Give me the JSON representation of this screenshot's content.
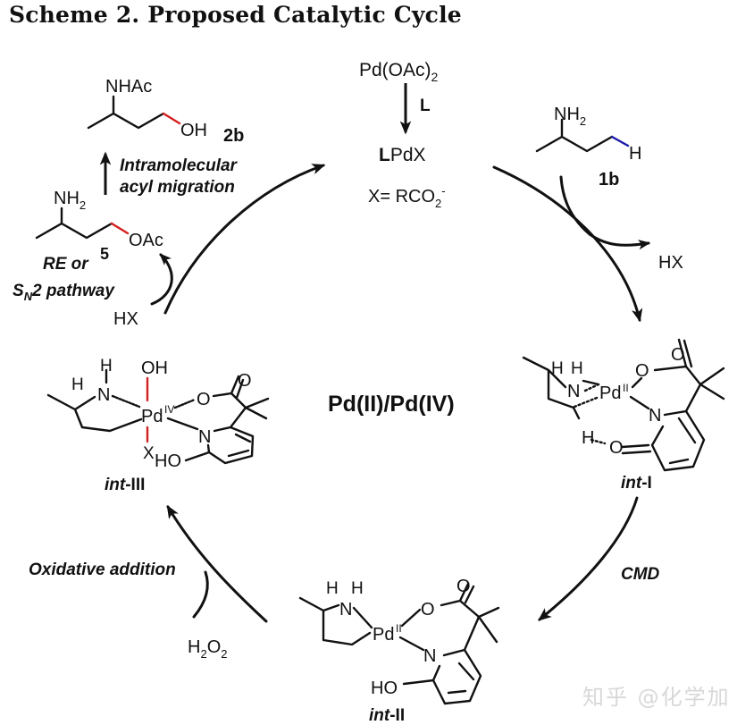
{
  "title": "Scheme 2. Proposed Catalytic Cycle",
  "center_label": "Pd(II)/Pd(IV)",
  "catalyst": {
    "precursor": "Pd(OAc)",
    "precursor_sub": "2",
    "reagent": "L",
    "active_bold": "L",
    "active_rest": "PdX",
    "definition": "X= RCO",
    "definition_sub": "2",
    "definition_sup": "-"
  },
  "substrate_1b": {
    "label": "1b",
    "amine": "NH",
    "amine_sub": "2",
    "terminal_atom": "H",
    "highlight_color": "#1a1aa8"
  },
  "product_2b": {
    "label": "2b",
    "amine": "NHAc",
    "terminal_group": "OH",
    "highlight_color": "#d42020"
  },
  "intermediate_5": {
    "label": "5",
    "amine": "NH",
    "amine_sub": "2",
    "terminal_group": "OAc"
  },
  "int_I": {
    "prefix": "int",
    "suffix": "-I",
    "atoms": {
      "H1": "H",
      "H2": "H",
      "N": "N",
      "Pd": "Pd",
      "Pd_ox": "II",
      "O": "O",
      "O_carbonyl": "O",
      "N_py": "N",
      "H_ag": "H",
      "O_py": "O"
    }
  },
  "int_II": {
    "prefix": "int",
    "suffix": "-II",
    "atoms": {
      "H1": "H",
      "H2": "H",
      "N": "N",
      "Pd": "Pd",
      "Pd_ox": "II",
      "O": "O",
      "O_carbonyl": "O",
      "N_py": "N",
      "HO": "HO"
    }
  },
  "int_III": {
    "prefix": "int",
    "suffix": "-III",
    "atoms": {
      "H1": "H",
      "H2": "H",
      "N": "N",
      "Pd": "Pd",
      "Pd_ox": "IV",
      "OH": "OH",
      "X": "X",
      "O": "O",
      "O_carbonyl": "O",
      "N_py": "N",
      "HO": "HO"
    }
  },
  "steps": {
    "hx_release": "HX",
    "cmd": "CMD",
    "oxidative_addition": "Oxidative addition",
    "oxidant": "H",
    "oxidant_sub1": "2",
    "oxidant_mid": "O",
    "oxidant_sub2": "2",
    "re_line1": "RE or",
    "re_line2_S": "S",
    "re_line2_sub": "N",
    "re_line2_rest": "2 pathway",
    "hx_consumed": "HX",
    "acyl_line1": "Intramolecular",
    "acyl_line2": "acyl migration"
  },
  "watermark": "知乎 @化学加"
}
